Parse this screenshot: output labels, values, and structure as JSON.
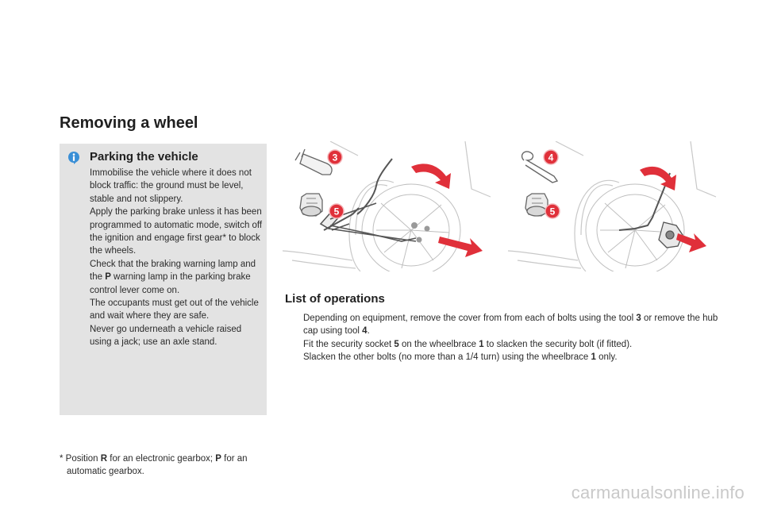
{
  "title": "Removing a wheel",
  "parking": {
    "heading": "Parking the vehicle",
    "p1": "Immobilise the vehicle where it does not block traffic: the ground must be level, stable and not slippery.",
    "p2": "Apply the parking brake unless it has been programmed to automatic mode, switch off the ignition and engage first gear* to block the wheels.",
    "p3_before": "Check that the braking warning lamp and the ",
    "p3_bold": "P",
    "p3_after": " warning lamp in the parking brake control lever come on.",
    "p4": "The occupants must get out of the vehicle and wait where they are safe.",
    "p5": "Never go underneath a vehicle raised using a jack; use an axle stand."
  },
  "footnote": {
    "prefix": "* Position ",
    "r": "R",
    "mid": " for an electronic gearbox; ",
    "p": "P",
    "suffix": " for an",
    "line2": "automatic gearbox."
  },
  "illustration_left": {
    "labels": [
      "3",
      "5"
    ]
  },
  "illustration_right": {
    "labels": [
      "4",
      "5"
    ]
  },
  "operations": {
    "heading": "List of operations",
    "bullet_icon": "pointing-hand-icon",
    "bullet_glyph": "",
    "items": [
      {
        "a": "Depending on equipment, remove the cover from from each of bolts using the tool ",
        "b": "3",
        "c": " or remove the hub cap using tool ",
        "d": "4",
        "e": "."
      },
      {
        "a": "Fit the security socket ",
        "b": "5",
        "c": " on the wheelbrace ",
        "d": "1",
        "e": " to slacken the security bolt (if fitted)."
      },
      {
        "a": "Slacken the other bolts (no more than a 1/4 turn) using the wheelbrace ",
        "b": "1",
        "c": " only.",
        "d": "",
        "e": ""
      }
    ]
  },
  "watermark": "carmanualsonline.info",
  "colors": {
    "badge": "#e0303a",
    "arrow": "#e0303a",
    "info_box": "#e3e3e3",
    "info_icon": "#3a8fd6"
  }
}
